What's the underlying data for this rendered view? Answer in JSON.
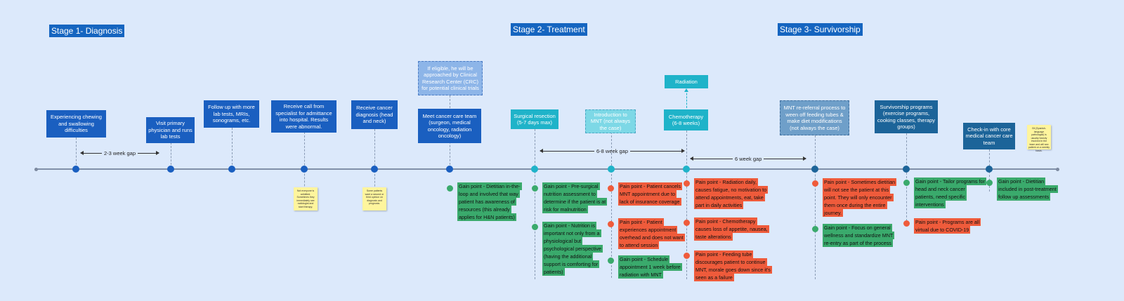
{
  "stages": [
    {
      "label": "Stage 1- Diagnosis"
    },
    {
      "label": "Stage 2- Treatment"
    },
    {
      "label": "Stage 3- Survivorship"
    }
  ],
  "steps": [
    {
      "label": "Experiencing chewing and swallowing difficulties"
    },
    {
      "label": "Visit primary physician and runs lab tests"
    },
    {
      "label": "Follow up with more lab tests, MRIs, sonograms, etc."
    },
    {
      "label": "Receive call from specialist for admittance into hospital. Results were abnormal."
    },
    {
      "label": "Receive cancer diagnosis (head and neck)"
    },
    {
      "label": "Meet cancer care team (surgeon, medical oncology, radiation oncology)"
    },
    {
      "label": "Surgical resection (5-7 days max)"
    },
    {
      "label": "Introduction to MNT (not always the case)"
    },
    {
      "label": "Chemotherapy (6-8 weeks)"
    },
    {
      "label": "MNT re-referral process to ween off feeding tubes & make diet modifications (not always the case)"
    },
    {
      "label": "Survivorship programs (exercise programs, cooking classes, therapy groups)"
    },
    {
      "label": "Check-in with core medical cancer care team"
    }
  ],
  "extra_boxes": {
    "clinical_trials": "If eligible, he will be approached by Clinical Research Center (CRC) for potential clinical trials",
    "radiation": "Radiation"
  },
  "gaps": [
    {
      "label": "2-3 week gap"
    },
    {
      "label": "6-8 week gap"
    },
    {
      "label": "6 week gap"
    }
  ],
  "notes": [
    "Not everyone is admitted. Sometimes they immediately see radiologist and start therapy.",
    "Some patients want a second or third opinion on diagnosis and prognosis.",
    "Gil (Spanish-language pathologist) is usually heavily involved in the team and will see patient on a weekly basis."
  ],
  "points": [
    {
      "type": "gain",
      "text": "Gain point - Dietitian in-the-loop and involved that way patient has awareness of resources (this already applies for H&N patients)"
    },
    {
      "type": "gain",
      "text": "Gain point - Pre-surgical nutrition assessment to determine if the patient is at risk for malnutrition"
    },
    {
      "type": "gain",
      "text": "Gain point - Nutrition is important not only from a physiological but psychological perspective (having the additional support is comforting for patients)"
    },
    {
      "type": "pain",
      "text": "Pain point - Patient cancels MNT appointment due to lack of insurance coverage"
    },
    {
      "type": "pain",
      "text": "Pain point - Patient experiences appointment overhead and does not want to attend session"
    },
    {
      "type": "gain",
      "text": "Gain point - Schedule appointment 1 week before radiation with MNT"
    },
    {
      "type": "pain",
      "text": "Pain point - Radiation daily, causes fatigue, no motivation to attend appointments, eat, take part in daily activities"
    },
    {
      "type": "pain",
      "text": "Pain point - Chemotherapy causes loss of appetite, nausea, taste alterations"
    },
    {
      "type": "pain",
      "text": "Pain point - Feeding tube discourages patient to continue MNT, morale goes down since it's seen as a failure"
    },
    {
      "type": "pain",
      "text": "Pain point - Sometimes dietitian will not see the patient at this point. They will only encounter them once during the entire journey."
    },
    {
      "type": "gain",
      "text": "Gain point - Focus on general wellness and standardize MNT re-entry as part of the process"
    },
    {
      "type": "gain",
      "text": "Gain point - Tailor programs for head and neck cancer patients, need specific interventions"
    },
    {
      "type": "pain",
      "text": "Pain point - Programs are all virtual due to COVID-19"
    },
    {
      "type": "gain",
      "text": "Gain point - Dietitian included in post-treatment follow up assessments"
    }
  ],
  "colors": {
    "background": "#dce9fb",
    "stage_label": "#1565c0",
    "step_blue": "#1a5fc0",
    "step_teal": "#1fb3c9",
    "step_navy": "#1c6499",
    "gain": "#3aaa6c",
    "pain": "#ef5b3b",
    "sticky_note": "#fff59d"
  }
}
